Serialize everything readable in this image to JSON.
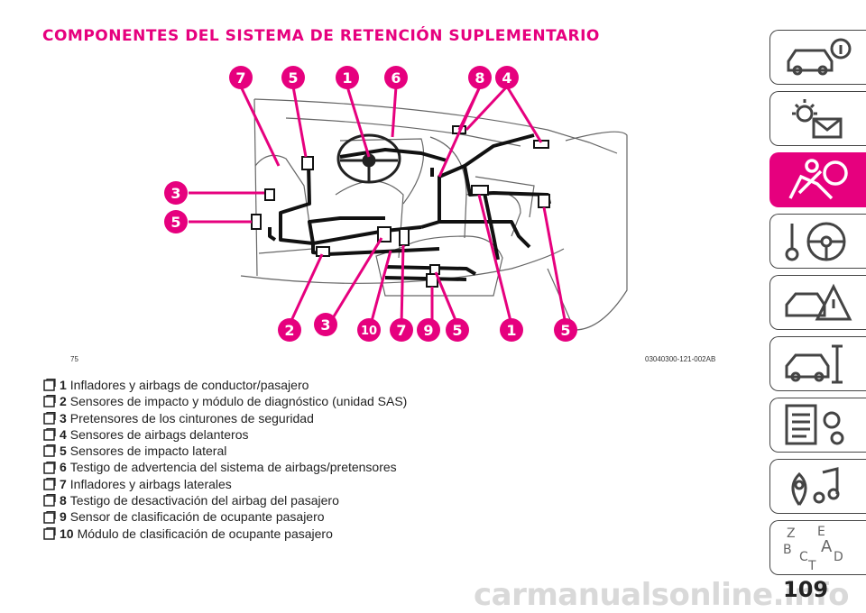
{
  "title": "COMPONENTES DEL SISTEMA DE RETENCIÓN SUPLEMENTARIO",
  "figure": {
    "number": "75",
    "code": "03040300-121-002AB",
    "callouts": [
      {
        "id": "c7a",
        "label": "7"
      },
      {
        "id": "c5a",
        "label": "5"
      },
      {
        "id": "c1a",
        "label": "1"
      },
      {
        "id": "c6",
        "label": "6"
      },
      {
        "id": "c8",
        "label": "8"
      },
      {
        "id": "c4",
        "label": "4"
      },
      {
        "id": "c3a",
        "label": "3"
      },
      {
        "id": "c5b",
        "label": "5"
      },
      {
        "id": "c2",
        "label": "2"
      },
      {
        "id": "c3b",
        "label": "3"
      },
      {
        "id": "c10",
        "label": "10"
      },
      {
        "id": "c7b",
        "label": "7"
      },
      {
        "id": "c9",
        "label": "9"
      },
      {
        "id": "c5c",
        "label": "5"
      },
      {
        "id": "c1b",
        "label": "1"
      },
      {
        "id": "c5d",
        "label": "5"
      }
    ]
  },
  "legend": [
    {
      "num": "1",
      "text": "Infladores y airbags de conductor/pasajero"
    },
    {
      "num": "2",
      "text": "Sensores de impacto y módulo de diagnóstico (unidad SAS)"
    },
    {
      "num": "3",
      "text": "Pretensores de los cinturones de seguridad"
    },
    {
      "num": "4",
      "text": "Sensores de airbags delanteros"
    },
    {
      "num": "5",
      "text": "Sensores de impacto lateral"
    },
    {
      "num": "6",
      "text": "Testigo de advertencia del sistema de airbags/pretensores"
    },
    {
      "num": "7",
      "text": "Infladores y airbags laterales"
    },
    {
      "num": "8",
      "text": "Testigo de desactivación del airbag del pasajero"
    },
    {
      "num": "9",
      "text": "Sensor de clasificación de ocupante pasajero"
    },
    {
      "num": "10",
      "text": "Módulo de clasificación de ocupante pasajero"
    }
  ],
  "sidebar": {
    "tabs": [
      {
        "icon": "car-info-icon"
      },
      {
        "icon": "warning-lights-icon"
      },
      {
        "icon": "airbag-seat-icon",
        "active": true
      },
      {
        "icon": "steering-key-icon"
      },
      {
        "icon": "breakdown-icon"
      },
      {
        "icon": "car-maintenance-icon"
      },
      {
        "icon": "technical-data-icon"
      },
      {
        "icon": "multimedia-icon"
      },
      {
        "icon": "alphabetical-index-icon"
      }
    ],
    "index_letters": [
      "Z",
      "E",
      "B",
      "A",
      "C",
      "D",
      "T"
    ]
  },
  "page_number": "109",
  "watermark": "carmanualsonline.info",
  "colors": {
    "accent": "#e6007e",
    "line": "#111111",
    "outline": "#666666"
  }
}
